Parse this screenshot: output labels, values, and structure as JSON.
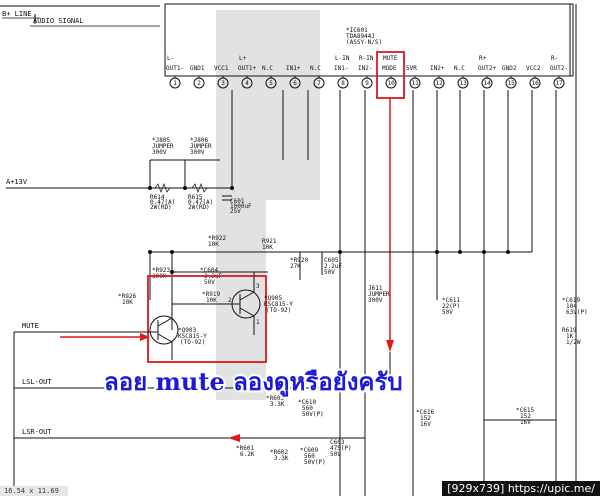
{
  "legend": {
    "b_line": "B+ LINE",
    "audio_signal": "AUDIO SIGNAL"
  },
  "ic": {
    "ref": "*IC601",
    "part": "TDA8944J",
    "assy": "(ASSY-N/S)",
    "pins": [
      {
        "num": "1",
        "label": "L-",
        "sub": "OUT1-"
      },
      {
        "num": "2",
        "label": "",
        "sub": "GND1"
      },
      {
        "num": "3",
        "label": "",
        "sub": "VCC1"
      },
      {
        "num": "4",
        "label": "L+",
        "sub": "OUT1+"
      },
      {
        "num": "5",
        "label": "",
        "sub": "N.C"
      },
      {
        "num": "6",
        "label": "",
        "sub": "IN1+"
      },
      {
        "num": "7",
        "label": "",
        "sub": "N.C"
      },
      {
        "num": "8",
        "label": "L-IN",
        "sub": "IN1-"
      },
      {
        "num": "9",
        "label": "R-IN",
        "sub": "IN2-"
      },
      {
        "num": "10",
        "label": "MUTE",
        "sub": "MODE"
      },
      {
        "num": "11",
        "label": "",
        "sub": "SVR"
      },
      {
        "num": "12",
        "label": "",
        "sub": "IN2+"
      },
      {
        "num": "13",
        "label": "",
        "sub": "N.C"
      },
      {
        "num": "14",
        "label": "R+",
        "sub": "OUT2+"
      },
      {
        "num": "15",
        "label": "",
        "sub": "GND2"
      },
      {
        "num": "16",
        "label": "",
        "sub": "VCC2"
      },
      {
        "num": "17",
        "label": "R-",
        "sub": "OUT2-"
      }
    ]
  },
  "rail": "A+13V",
  "parts": {
    "j805": [
      "*J805",
      "JUMPER",
      "300V"
    ],
    "j806": [
      "*J806",
      "JUMPER",
      "300V"
    ],
    "r614": [
      "R614",
      "0.47(A)",
      "2W(RD)"
    ],
    "r615": [
      "R615",
      "0.47(A)",
      "2W(RD)"
    ],
    "c601": [
      "C601",
      "1000uF",
      "25V"
    ],
    "r922": [
      "*R922",
      "10K"
    ],
    "r921": [
      "R921",
      "10K"
    ],
    "r920": [
      "*R920",
      "27K"
    ],
    "c605": [
      "C605",
      "2.2uF",
      "50V"
    ],
    "r923": [
      "*R923",
      "100K"
    ],
    "c604": [
      "*C604",
      "2.2uF",
      "50V"
    ],
    "r926": [
      "*R926",
      "10K"
    ],
    "r919": [
      "*R919",
      "10K"
    ],
    "q905": [
      "*Q905",
      "KSC815-Y",
      "(TO-92)"
    ],
    "q903": [
      "*Q903",
      "KSC815-Y",
      "(TO-92)"
    ],
    "j611": [
      "J611",
      "JUMPER",
      "300V"
    ],
    "c611": [
      "*C611",
      "22(P)",
      "50V"
    ],
    "c619": [
      "*C619",
      "104",
      "63V(P)"
    ],
    "r619": [
      "R619",
      "1K",
      "1/2W"
    ],
    "r605": [
      "*R605",
      "3.3K"
    ],
    "c610": [
      "*C610",
      "560",
      "50V(P)"
    ],
    "c616": [
      "*C616",
      "152",
      "16V"
    ],
    "c615": [
      "*C615",
      "152",
      "16V"
    ],
    "r601": [
      "*R601",
      "6.2K"
    ],
    "r602": [
      "*R602",
      "3.3K"
    ],
    "c609": [
      "*C609",
      "560",
      "50V(P)"
    ],
    "c603": [
      "C603",
      "475(P)",
      "50V"
    ]
  },
  "pin_nums": {
    "p2": "2",
    "p3": "3",
    "p1": "1"
  },
  "signals": {
    "mute": "MUTE",
    "lsl": "LSL-OUT",
    "lsr": "LSR-OUT"
  },
  "overlay_text": "ลอย mute ลองดูหรือยังครับ",
  "status_text": "16.54 x 11.69 in",
  "watermark": "[929x739] https://upic.me/",
  "colors": {
    "highlight": "#e01818",
    "overlay_text": "#1a1ad8",
    "shade": "#e2e2e2"
  }
}
